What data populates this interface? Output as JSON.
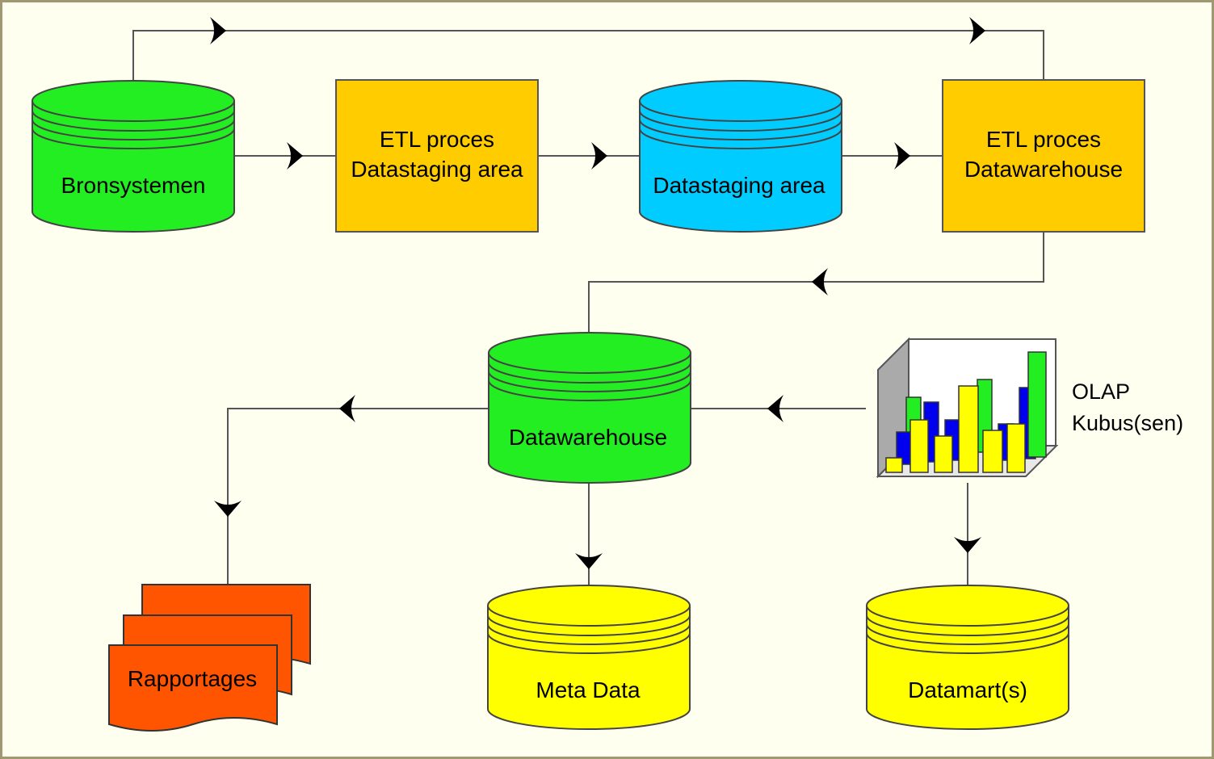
{
  "nodes": {
    "bronsystemen": {
      "label": "Bronsystemen",
      "color": "#22ee22"
    },
    "etl1": {
      "line1": "ETL proces",
      "line2": "Datastaging area",
      "color": "#ffcc00"
    },
    "datastaging": {
      "label": "Datastaging area",
      "color": "#00ccff"
    },
    "etl2": {
      "line1": "ETL proces",
      "line2": "Datawarehouse",
      "color": "#ffcc00"
    },
    "datawarehouse": {
      "label": "Datawarehouse",
      "color": "#22ee22"
    },
    "olap": {
      "line1": "OLAP",
      "line2": "Kubus(sen)"
    },
    "rapportages": {
      "label": "Rapportages",
      "color": "#ff5500"
    },
    "metadata": {
      "label": "Meta Data",
      "color": "#ffff00"
    },
    "datamarts": {
      "label": "Datamart(s)",
      "color": "#ffff00"
    }
  },
  "colors": {
    "line": "#555555",
    "arrow": "#000000",
    "background": "#fffff0",
    "border": "#a09870",
    "olap_green": "#22ee22",
    "olap_blue": "#0000ee",
    "olap_yellow": "#ffff00"
  }
}
